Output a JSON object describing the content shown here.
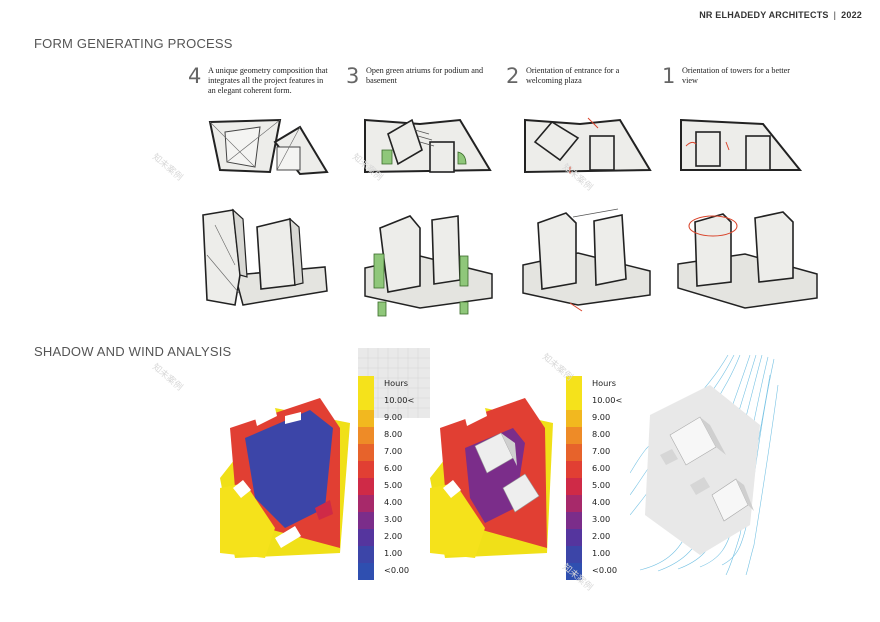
{
  "header": {
    "firm": "NR ELHADEDY ARCHITECTS",
    "separator": "|",
    "year": "2022"
  },
  "section1": {
    "title": "FORM GENERATING PROCESS",
    "steps": [
      {
        "num": "4",
        "text": "A unique geometry composition that integrates all the project features in an elegant coherent form."
      },
      {
        "num": "3",
        "text": "Open green atriums for podium and basement"
      },
      {
        "num": "2",
        "text": "Orientation of entrance for a welcoming plaza"
      },
      {
        "num": "1",
        "text": "Orientation of towers for a better view"
      }
    ]
  },
  "section2": {
    "title": "SHADOW AND WIND ANALYSIS",
    "legend": {
      "title": "Hours",
      "labels": [
        "10.00<",
        "9.00",
        "8.00",
        "7.00",
        "6.00",
        "5.00",
        "4.00",
        "3.00",
        "2.00",
        "1.00",
        "<0.00"
      ],
      "colors": [
        "#f5e21b",
        "#f2b81f",
        "#ee8b27",
        "#e7632b",
        "#e13f33",
        "#cf2a47",
        "#a7296a",
        "#7b2d8a",
        "#55359e",
        "#3c45a8",
        "#2f4fb0"
      ]
    }
  },
  "colors": {
    "block_fill": "#ededea",
    "outline": "#222222",
    "green": "#8fc77a",
    "arrow": "#d9452c",
    "wind": "#5fb8df"
  }
}
